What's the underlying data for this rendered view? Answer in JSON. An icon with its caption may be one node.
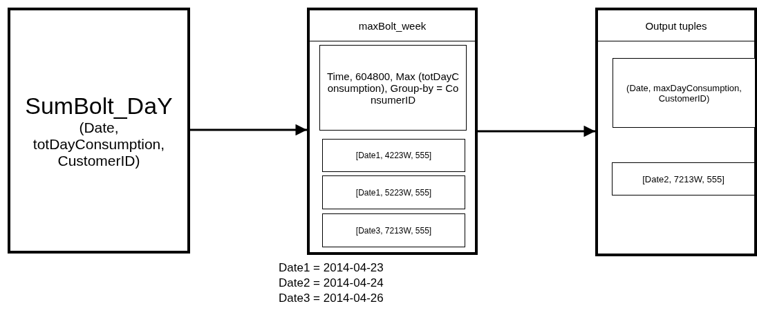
{
  "diagram": {
    "nodes": [
      {
        "text": [
          "SumBolt_DaY",
          "(Date, totDayConsumption, CustomerID)"
        ]
      },
      {
        "text": [
          "maxBolt_week"
        ]
      },
      {
        "text": [
          "Time, 604800, Max (totDayConsumption), Group-by = ConsumerID"
        ],
        "in": 1
      },
      {
        "text": [
          "[Date1, 4223W, 555]"
        ],
        "in": 1
      },
      {
        "text": [
          "[Date1, 5223W, 555]"
        ],
        "in": 1
      },
      {
        "text": [
          "[Date3, 7213W, 555]"
        ],
        "in": 1
      },
      {
        "text": [
          "Output tuples"
        ]
      },
      {
        "text": [
          "(Date, maxDayConsumption, CustomerID)"
        ],
        "in": 6
      },
      {
        "text": [
          "[Date2, 7213W, 555]"
        ],
        "in": 6
      }
    ],
    "edges": [
      {
        "from": 0,
        "to": 1,
        "arrow": "to"
      },
      {
        "from": 1,
        "to": 6,
        "arrow": "to"
      }
    ],
    "labels": [
      "Date1 = 2014-04-23",
      "Date2 = 2014-04-24",
      "Date3 = 2014-04-26"
    ]
  }
}
